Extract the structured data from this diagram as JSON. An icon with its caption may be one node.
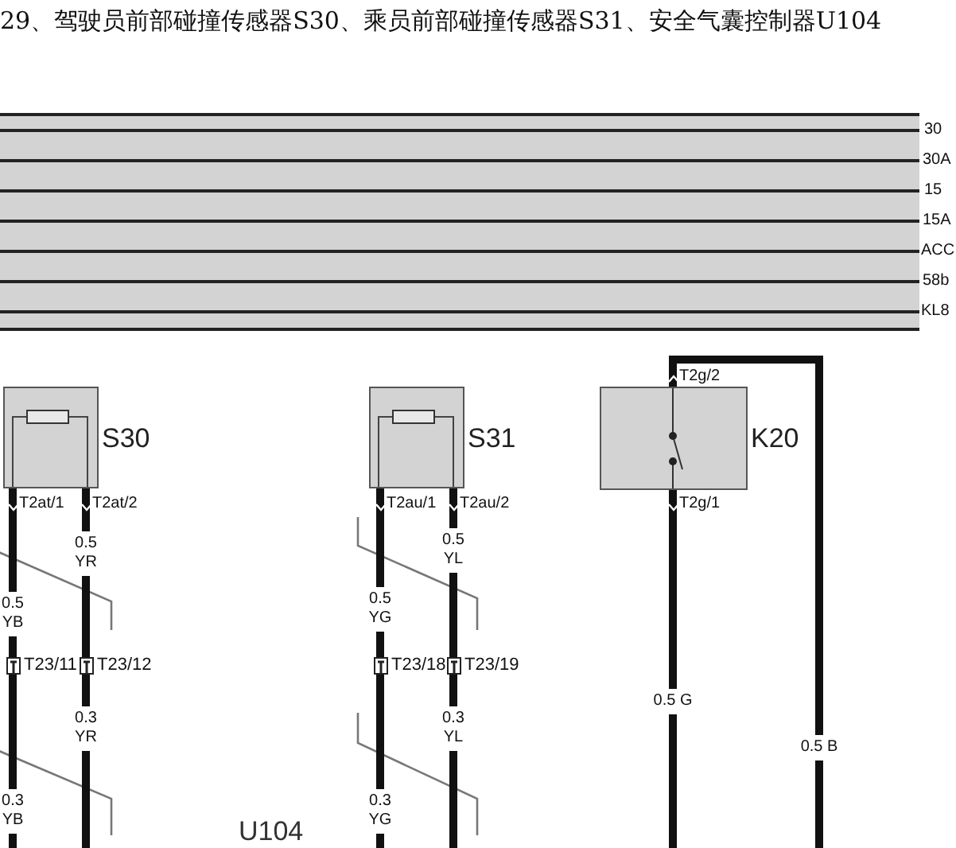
{
  "diagram": {
    "title": "29、驾驶员前部碰撞传感器S30、乘员前部碰撞传感器S31、安全气囊控制器U104",
    "nodes": [
      {
        "text": [
          "S30"
        ],
        "beside": [
          "T2at/1",
          "T2at/2"
        ]
      },
      {
        "text": [
          "T23/11"
        ]
      },
      {
        "text": [
          "T23/12"
        ]
      },
      {
        "text": [
          "S31"
        ],
        "beside": [
          "T2au/1",
          "T2au/2"
        ]
      },
      {
        "text": [
          "T23/18"
        ]
      },
      {
        "text": [
          "T23/19"
        ]
      },
      {
        "text": [
          "K20"
        ],
        "beside": [
          "T2g/2",
          "T2g/1"
        ]
      }
    ],
    "edges": [
      {
        "from": 0,
        "to": 1,
        "arrow": "none",
        "label": "0.5 YB"
      },
      {
        "from": 1,
        "to": null,
        "arrow": "none",
        "label": "0.3 YB"
      },
      {
        "from": 0,
        "to": 2,
        "arrow": "none",
        "label": "0.5 YR"
      },
      {
        "from": 2,
        "to": null,
        "arrow": "none",
        "label": "0.3 YR"
      },
      {
        "from": 3,
        "to": 4,
        "arrow": "none",
        "label": "0.5 YG"
      },
      {
        "from": 4,
        "to": null,
        "arrow": "none",
        "label": "0.3 YG"
      },
      {
        "from": 3,
        "to": 5,
        "arrow": "none",
        "label": "0.5 YL"
      },
      {
        "from": 5,
        "to": null,
        "arrow": "none",
        "label": "0.3 YL"
      },
      {
        "from": 6,
        "to": null,
        "arrow": "none",
        "label": "0.5 G"
      },
      {
        "from": 6,
        "to": null,
        "arrow": "none",
        "label": "0.5 B"
      }
    ],
    "labels": [
      "30",
      "30A",
      "15",
      "15A",
      "ACC",
      "58b",
      "KL8",
      "U104"
    ]
  }
}
